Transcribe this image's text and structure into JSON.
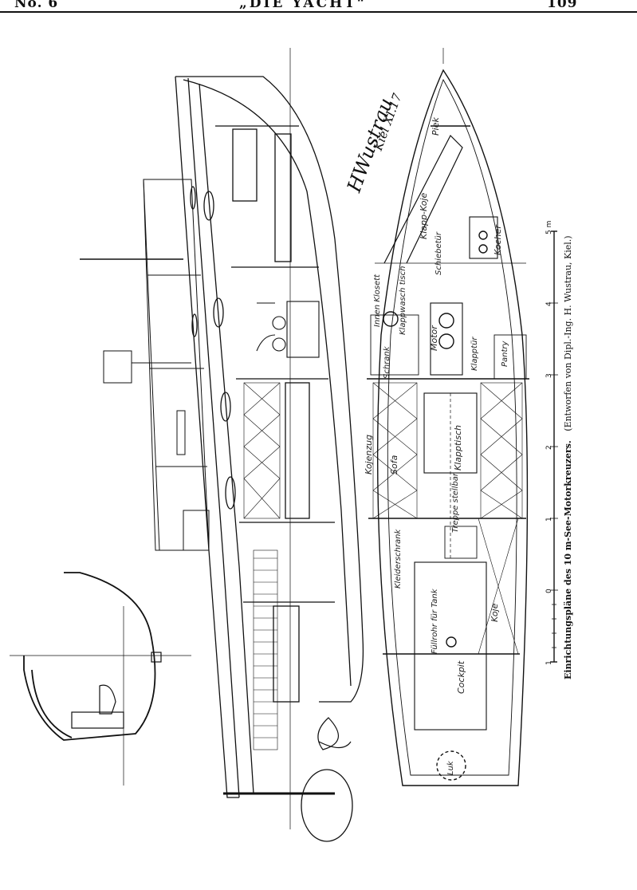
{
  "header": {
    "issue": "No. 6",
    "journal": "„DIE YACHT“",
    "page_number": "109"
  },
  "caption": {
    "title": "Einrichtungspläne des 10 m-See-Motorkreuzers.",
    "credit": "(Entworfen von Dipl.-Ing. H. Wustrau, Kiel.)"
  },
  "signature": {
    "name": "HWustrau",
    "place": "Kiel XI.17"
  },
  "plan_labels": {
    "piek": "Piek",
    "klappkoje_top": "Klapp-Koje",
    "schiebetür": "Schiebetür",
    "kocher": "Kocher",
    "innen_klosett": "Innen Klosett",
    "klappwaschtisch": "Klappwasch tisch",
    "schrank": "Schrank",
    "motor": "Motor",
    "klapptür": "Klapptür",
    "pantry": "Pantry",
    "kojenzug": "Kojenzug",
    "sofa": "Sofa",
    "klapptisch": "Klapptisch",
    "treppe_stellbar": "Treppe stellbar",
    "kleiderschrank": "Kleiderschrank",
    "koje": "Koje",
    "fuellrohr": "Füllrohr für Tank",
    "cockpit": "Cockpit",
    "luk": "Luk"
  },
  "scale": {
    "unit": "5 m",
    "ticks": [
      "1",
      "0",
      "1",
      "2",
      "3",
      "4",
      "5 m"
    ]
  }
}
